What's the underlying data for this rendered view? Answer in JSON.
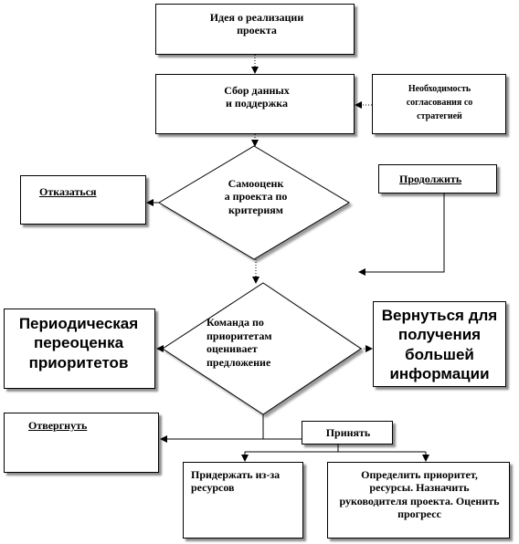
{
  "nodes": {
    "idea": "Идея о реализации проекта",
    "collect": "Сбор данных\nи поддержка",
    "necessity": "Необходимость согласования со стратегией",
    "selfeval": "Самооценк\nа проекта по критериям",
    "refuse": "Отказаться",
    "continue": "Продолжить",
    "periodic": "Периодическая переоценка приоритетов",
    "committee": "Команда по приоритетам оценивает предложение",
    "return": "Вернуться для получения большей информации",
    "reject": "Отвергнуть",
    "accept": "Принять",
    "hold": "Придержать из-за ресурсов",
    "define": "Определить приоритет, ресурсы. Назначить руководителя проекта. Оценить прогресс"
  }
}
